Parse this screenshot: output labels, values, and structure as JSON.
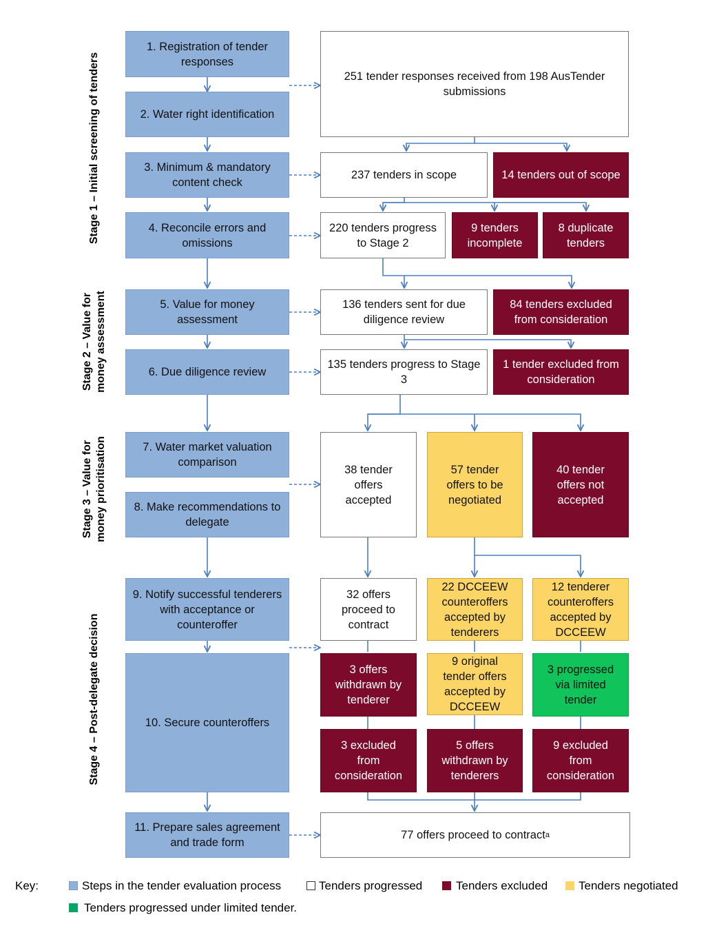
{
  "stages": {
    "s1": "Stage 1 – Initial screening of tenders",
    "s2_l1": "Stage 2 – Value for",
    "s2_l2": "money assessment",
    "s3_l1": "Stage 3 – Value for",
    "s3_l2": "money prioritisation",
    "s4": "Stage 4 – Post-delegate decision"
  },
  "steps": {
    "s1": "1. Registration of tender responses",
    "s2": "2. Water right identification",
    "s3": "3. Minimum & mandatory content check",
    "s4": "4. Reconcile errors and omissions",
    "s5": "5. Value for money assessment",
    "s6": "6. Due diligence review",
    "s7": "7. Water market valuation comparison",
    "s8": "8. Make recommendations to delegate",
    "s9": "9. Notify successful tenderers with acceptance or counteroffer",
    "s10": "10. Secure counteroffers",
    "s11": "11. Prepare sales agreement and trade form"
  },
  "outcomes": {
    "received": "251 tender responses received from 198 AusTender submissions",
    "in_scope": "237 tenders in scope",
    "out_scope": "14 tenders out of scope",
    "progress2": "220 tenders progress to Stage 2",
    "incomplete": "9 tenders incomplete",
    "duplicate": "8 duplicate tenders",
    "due_diligence": "136 tenders sent for due diligence review",
    "excluded84": "84 tenders excluded from consideration",
    "progress3": "135 tenders progress to Stage 3",
    "excluded1": "1 tender excluded from consideration",
    "accepted38": "38 tender offers accepted",
    "negotiated57": "57 tender offers to be negotiated",
    "notaccepted40": "40 tender offers not accepted",
    "proceed32": "32 offers proceed to contract",
    "counter22": "22 DCCEEW counteroffers accepted by tenderers",
    "counter12": "12 tenderer counteroffers accepted by DCCEEW",
    "withdrawn3": "3 offers withdrawn by tenderer",
    "original9": "9 original tender offers accepted by DCCEEW",
    "limited3": "3 progressed via limited tender",
    "excluded3": "3 excluded from consideration",
    "withdrawn5": "5 offers withdrawn by tenderers",
    "excluded9": "9 excluded from consideration",
    "final": "77 offers proceed to contract",
    "final_note": "a"
  },
  "key": {
    "title": "Key:",
    "steps": "Steps in the tender evaluation process",
    "progressed": "Tenders progressed",
    "excluded": "Tenders excluded",
    "negotiated": "Tenders negotiated",
    "limited": "Tenders progressed under limited tender."
  },
  "colors": {
    "step": "#8fb0d9",
    "progressed": "#ffffff",
    "excluded": "#7c0a2b",
    "negotiated": "#fcd567",
    "limited": "#10c35a",
    "line": "#4a7ebf"
  }
}
